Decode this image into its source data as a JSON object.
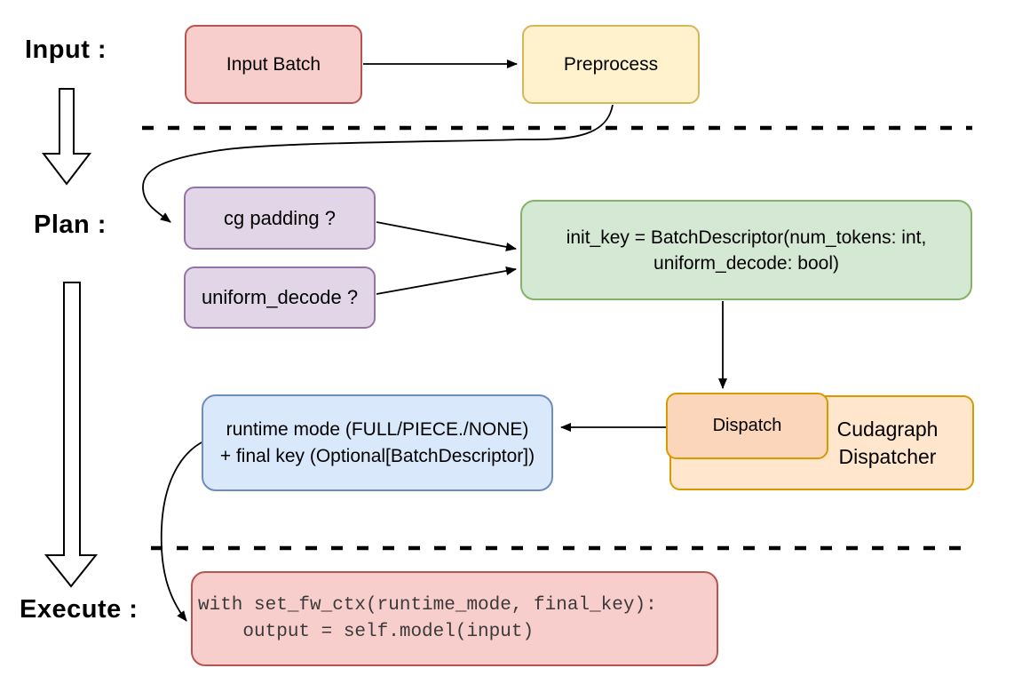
{
  "stages": {
    "input_label": "Input :",
    "plan_label": "Plan :",
    "execute_label": "Execute :"
  },
  "nodes": {
    "input_batch": {
      "label": "Input Batch",
      "fill": "#f8cecc",
      "stroke": "#b85450"
    },
    "preprocess": {
      "label": "Preprocess",
      "fill": "#fff2cc",
      "stroke": "#d6b656"
    },
    "cg_padding": {
      "label": "cg padding ?",
      "fill": "#e1d5e7",
      "stroke": "#9673a6"
    },
    "uniform_decode": {
      "label": "uniform_decode ?",
      "fill": "#e1d5e7",
      "stroke": "#9673a6"
    },
    "init_key": {
      "line1": "init_key = BatchDescriptor(num_tokens: int,",
      "line2": "uniform_decode: bool)",
      "fill": "#d5e8d4",
      "stroke": "#82b366"
    },
    "dispatch": {
      "label": "Dispatch",
      "fill": "#fbd6bb",
      "stroke": "#d79b00"
    },
    "cudagraph_dispatcher": {
      "line1": "Cudagraph",
      "line2": "Dispatcher",
      "fill": "#ffe6cc",
      "stroke": "#d79b00"
    },
    "runtime_result": {
      "line1": "runtime mode (FULL/PIECE./NONE)",
      "line2": "+ final key (Optional[BatchDescriptor])",
      "fill": "#dae8fc",
      "stroke": "#6c8ebf"
    },
    "execute_code": {
      "line1": "with set_fw_ctx(runtime_mode, final_key):",
      "line2": "    output = self.model(input)",
      "fill": "#f8cecc",
      "stroke": "#b85450"
    }
  },
  "connector_color": "#000000"
}
